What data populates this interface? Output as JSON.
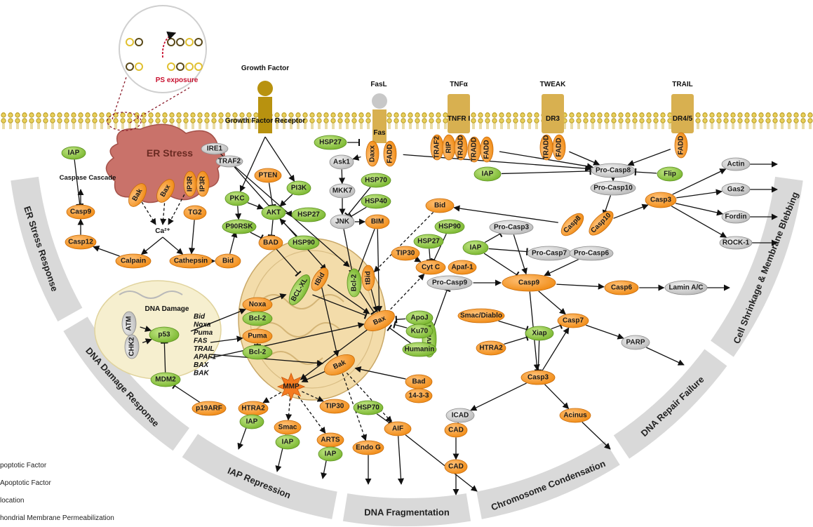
{
  "colors": {
    "pro_apoptotic": "#f7931e",
    "anti_apoptotic": "#8dc63f",
    "neutral": "#d4d4d4",
    "er_stress": "#c9726a",
    "dna_damage_cell": "#f5edc8",
    "mitochondria": "#f0d6a0",
    "band": "#d9d9d9"
  },
  "receptors": {
    "growth_factor": "Growth Factor",
    "growth_factor_receptor": "Growth Factor Receptor",
    "fasl": "FasL",
    "fas": "Fas",
    "tnfa": "TNFα",
    "tnfr1": "TNFR I",
    "tweak": "TWEAK",
    "dr3": "DR3",
    "trail": "TRAIL",
    "dr45": "DR4/5"
  },
  "inset": {
    "label": "PS exposure"
  },
  "er": {
    "title": "ER Stress",
    "calcium": "Ca²⁺",
    "caspase_cascade": "Caspase Cascade"
  },
  "dna": {
    "title": "DNA Damage",
    "gene_list": [
      "Bid",
      "Noxa",
      "Puma",
      "FAS",
      "TRAIL",
      "APAF1",
      "BAX",
      "BAK"
    ]
  },
  "nodes": {
    "IRE1": "IRE1",
    "TRAF2a": "TRAF2",
    "IAP1": "IAP",
    "Casp9a": "Casp9",
    "Casp12": "Casp12",
    "Bak1": "Bak",
    "Bax1": "Bax",
    "IP3R1": "IP3R",
    "IP3R2": "IP3R",
    "TG2": "TG2",
    "Calpain": "Calpain",
    "Cathepsin": "Cathepsin",
    "Bid1": "Bid",
    "PKC": "PKC",
    "PTEN": "PTEN",
    "PI3K": "PI3K",
    "AKT": "AKT",
    "HSP27a": "HSP27",
    "P90RSK": "P90RSK",
    "BAD": "BAD",
    "HSP90a": "HSP90",
    "HSP27b": "HSP27",
    "Ask1": "Ask1",
    "MKK7": "MKK7",
    "JNK": "JNK",
    "HSP70a": "HSP70",
    "HSP40": "HSP40",
    "BIM": "BIM",
    "Daxx": "Daxx",
    "FADD1": "FADD",
    "TRAF2b": "TRAF2",
    "RIP": "RIP",
    "TRADD1": "TRADD",
    "TRADD2": "TRADD",
    "FADD2": "FADD",
    "TRADD3": "TRADD",
    "FADD3": "FADD",
    "FADD4": "FADD",
    "IAP2": "IAP",
    "ProCasp8": "Pro-Casp8",
    "Flip": "Flip",
    "ProCasp10": "Pro-Casp10",
    "Casp3a": "Casp3",
    "Actin": "Actin",
    "Gas2": "Gas2",
    "Fordin": "Fordin",
    "ROCK1": "ROCK-1",
    "Bid2": "Bid",
    "HSP90b": "HSP90",
    "HSP27c": "HSP27",
    "TIP30a": "TIP30",
    "CytC": "Cyt C",
    "Apaf1": "Apaf-1",
    "ProCasp9": "Pro-Casp9",
    "ProCasp3": "Pro-Casp3",
    "Casp8": "Casp8",
    "Casp10": "Casp10",
    "IAP3": "IAP",
    "ProCasp7": "Pro-Casp7",
    "ProCasp6": "Pro-Casp6",
    "Casp9b": "Casp9",
    "Casp6": "Casp6",
    "LaminAC": "Lamin A/C",
    "SmacDiablo": "Smac/Diablo",
    "Xiap": "Xiap",
    "HTRA2b": "HTRA2",
    "Casp7": "Casp7",
    "PARP": "PARP",
    "Casp3b": "Casp3",
    "Acinus": "Acinus",
    "ICAD": "ICAD",
    "CAD1": "CAD",
    "CAD2": "CAD",
    "Survivin": "Survivin",
    "ApoJ": "ApoJ",
    "Ku70": "Ku70",
    "Humanin": "Humanin",
    "Bad2": "Bad",
    "p1433": "14-3-3",
    "Bax2": "Bax",
    "Bak2": "Bak",
    "BCLXL": "BCL-XL",
    "tBid1": "tBid",
    "Bcl2a": "Bcl-2",
    "tBid2": "tBid",
    "Noxa": "Noxa",
    "Bcl2b": "Bcl-2",
    "Puma": "Puma",
    "Bcl2c": "Bcl-2",
    "MMP": "MMP",
    "ATM": "ATM",
    "CHK2": "CHK2",
    "p53": "p53",
    "MDM2": "MDM2",
    "p19ARF": "p19ARF",
    "HTRA2a": "HTRA2",
    "IAP4": "IAP",
    "Smac": "Smac",
    "IAP5": "IAP",
    "ARTS": "ARTS",
    "IAP6": "IAP",
    "TIP30b": "TIP30",
    "HSP70b": "HSP70",
    "EndoG": "Endo G",
    "AIF": "AIF"
  },
  "bands": [
    "ER Stress Response",
    "DNA Damage Response",
    "IAP Repression",
    "DNA Fragmentation",
    "Chromosome Condensation",
    "DNA Repair Failure",
    "Cell Shrinkage & Membrane Blebbing"
  ],
  "legend": [
    "poptotic Factor",
    "Apoptotic Factor",
    "location",
    "hondrial Membrane Permeabilization"
  ]
}
